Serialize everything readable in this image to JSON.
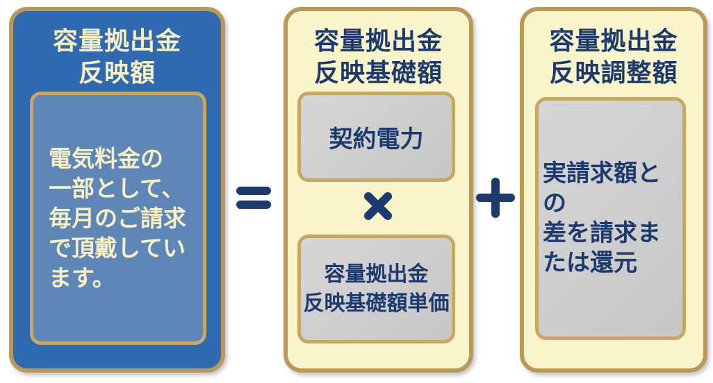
{
  "colors": {
    "card-blue": "#2f6ab0",
    "inner-blue": "#5e86b6",
    "cream": "#faf4ca",
    "gray-box": "#c7c7c7",
    "gold-border": "#b9985a",
    "navy": "#1c3a6e",
    "cream-text": "#f7f0c4"
  },
  "result_card": {
    "title": "容量拠出金\n反映額",
    "body": "電気料金の\n一部として、\n毎月のご請求\nで頂戴してい\nます。"
  },
  "operators": {
    "equals": "=",
    "multiply": "×",
    "plus": "+"
  },
  "base_card": {
    "title": "容量拠出金\n反映基礎額",
    "factor_top": "契約電力",
    "factor_bottom": "容量拠出金\n反映基礎額単価"
  },
  "adjustment_card": {
    "title": "容量拠出金\n反映調整額",
    "body": "実請求額との\n差を請求ま\nたは還元"
  }
}
